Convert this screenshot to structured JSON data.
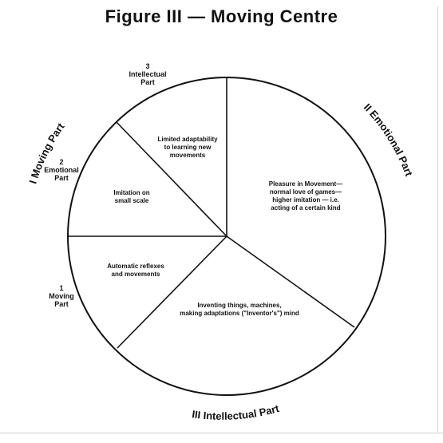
{
  "title": "Figure III — Moving Centre",
  "arc_labels": {
    "moving": "I  Moving Part",
    "emotional": "II  Emotional Part",
    "intellectual": "III  Intellectual Part"
  },
  "side_labels": {
    "top": "3\nIntellectual\nPart",
    "middle": "2\nEmotional\nPart",
    "bottom": "1\nMoving\nPart"
  },
  "segments": {
    "limited": "Limited adaptability\nto learning new\nmovements",
    "imitation": "Imitation on\nsmall scale",
    "automatic": "Automatic reflexes\nand movements",
    "pleasure": "Pleasure in Movement—\nnormal love of games—\nhigher imitation — i.e.\nacting of a certain kind",
    "inventing": "Inventing things, machines,\nmaking adaptations (\"Inventor's\") mind"
  },
  "colors": {
    "ink": "#111111",
    "background": "#ffffff"
  }
}
